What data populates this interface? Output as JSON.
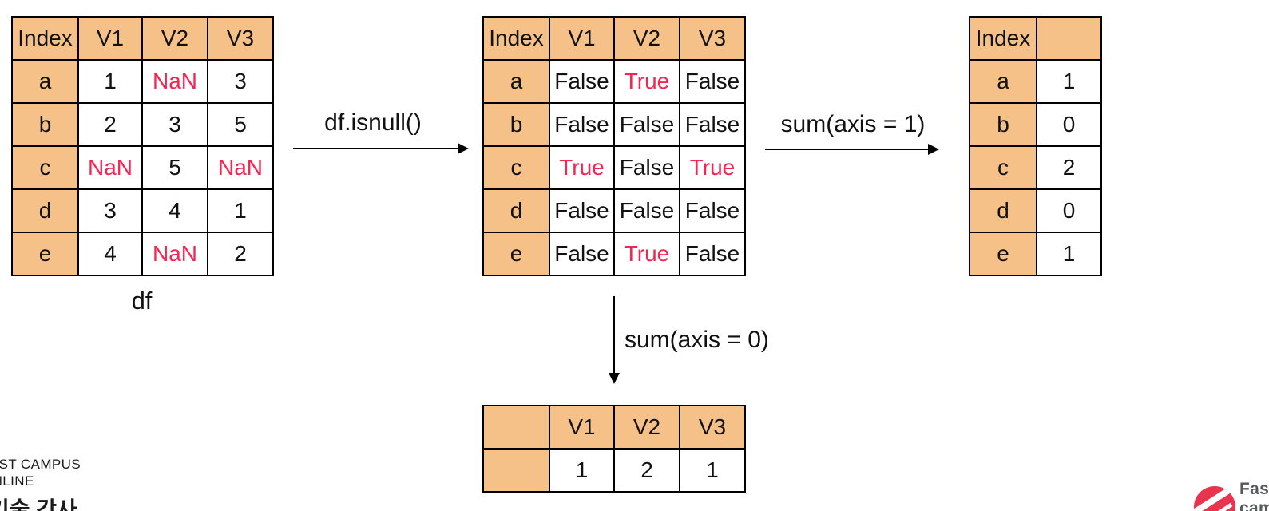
{
  "colors": {
    "table_header_fill": "#F5C189",
    "missing_highlight": "#FB2350",
    "table_border": "#000000",
    "logo_red": "#E8344E",
    "logo_text_gray": "#58595B"
  },
  "diagram": {
    "df_caption": "df",
    "isnull_arrow_label": "df.isnull()",
    "sum_axis1_label": "sum(axis = 1)",
    "sum_axis0_label": "sum(axis = 0)"
  },
  "tables": {
    "df": {
      "headers": [
        "Index",
        "V1",
        "V2",
        "V3"
      ],
      "rows": [
        {
          "idx": "a",
          "c1": "1",
          "c2": "NaN",
          "c3": "3",
          "h2": true
        },
        {
          "idx": "b",
          "c1": "2",
          "c2": "3",
          "c3": "5"
        },
        {
          "idx": "c",
          "c1": "NaN",
          "c2": "5",
          "c3": "NaN",
          "h1": true,
          "h3": true
        },
        {
          "idx": "d",
          "c1": "3",
          "c2": "4",
          "c3": "1"
        },
        {
          "idx": "e",
          "c1": "4",
          "c2": "NaN",
          "c3": "2",
          "h2": true
        }
      ]
    },
    "isnull": {
      "headers": [
        "Index",
        "V1",
        "V2",
        "V3"
      ],
      "rows": [
        {
          "idx": "a",
          "c1": "False",
          "c2": "True",
          "c3": "False",
          "h2": true
        },
        {
          "idx": "b",
          "c1": "False",
          "c2": "False",
          "c3": "False"
        },
        {
          "idx": "c",
          "c1": "True",
          "c2": "False",
          "c3": "True",
          "h1": true,
          "h3": true
        },
        {
          "idx": "d",
          "c1": "False",
          "c2": "False",
          "c3": "False"
        },
        {
          "idx": "e",
          "c1": "False",
          "c2": "True",
          "c3": "False",
          "h2": true
        }
      ]
    },
    "row_sums": {
      "headers": [
        "Index",
        ""
      ],
      "rows": [
        {
          "idx": "a",
          "c1": "1"
        },
        {
          "idx": "b",
          "c1": "0"
        },
        {
          "idx": "c",
          "c1": "2"
        },
        {
          "idx": "d",
          "c1": "0"
        },
        {
          "idx": "e",
          "c1": "1"
        }
      ]
    },
    "col_sums": {
      "headers": [
        "",
        "V1",
        "V2",
        "V3"
      ],
      "row": {
        "idx": "",
        "c1": "1",
        "c2": "2",
        "c3": "1"
      }
    }
  },
  "footer": {
    "brand_line1": "FAST CAMPUS",
    "brand_line2": "ONLINE",
    "course_title": "기술 강사"
  },
  "logo": {
    "word1": "Fast",
    "word2": "campus"
  }
}
